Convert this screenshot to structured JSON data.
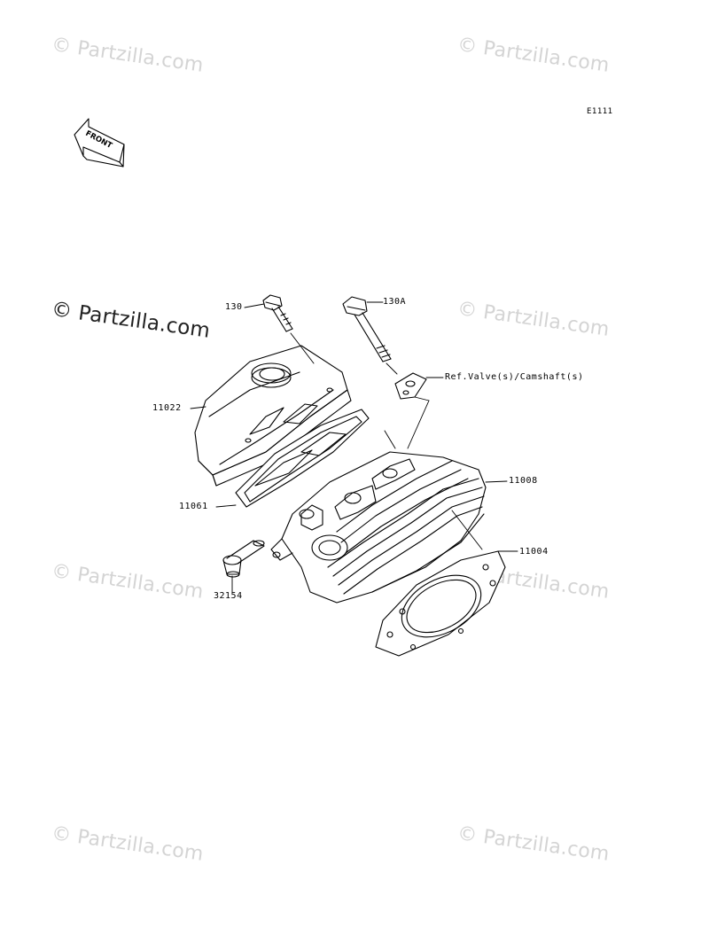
{
  "diagram": {
    "code": "E1111",
    "front_label": "FRONT",
    "watermark_text": "© Partzilla.com",
    "parts": {
      "p130": "130",
      "p130a": "130A",
      "ref": "Ref.Valve(s)/Camshaft(s)",
      "p11022": "11022",
      "p11008": "11008",
      "p11061": "11061",
      "p11004": "11004",
      "p32154": "32154"
    }
  }
}
